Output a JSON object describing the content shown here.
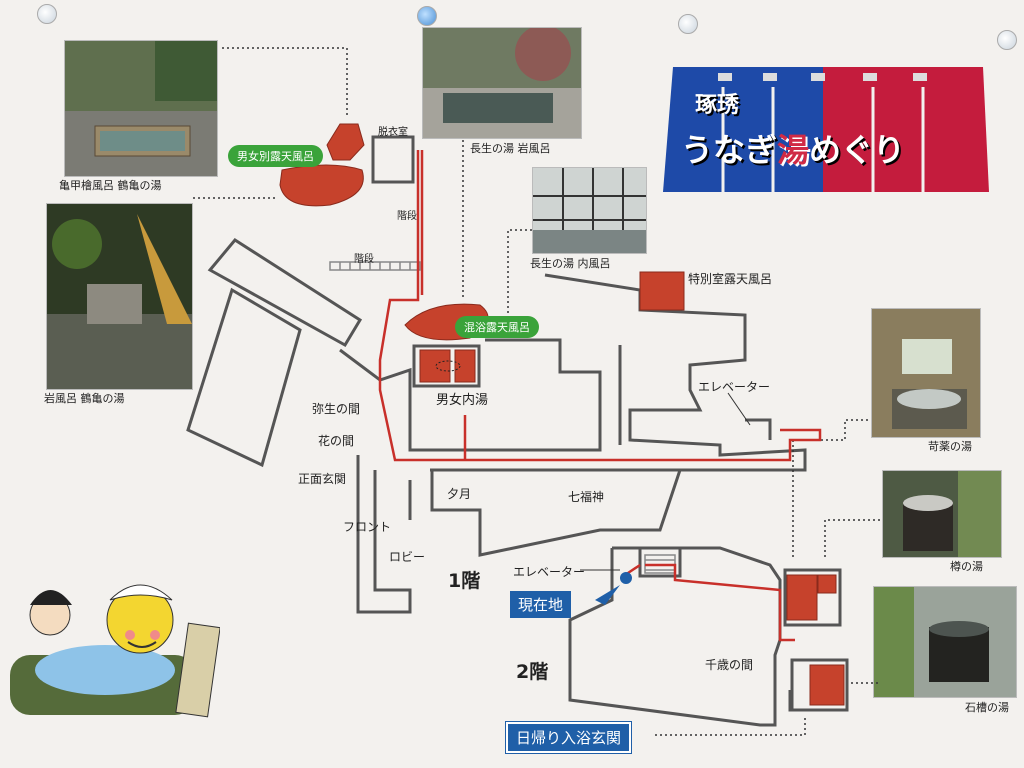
{
  "banner": {
    "line1": "琢琇",
    "line2_pre": "うなぎ",
    "line2_mid": "湯",
    "line2_post": "めぐり",
    "colors": {
      "blue": "#1e4aa8",
      "red": "#c41c3d"
    }
  },
  "photos": {
    "kamekou": "亀甲檜風呂 鶴亀の湯",
    "iwaburo": "岩風呂 鶴亀の湯",
    "chousei_iwa": "長生の湯 岩風呂",
    "chousei_uchi": "長生の湯 内風呂",
    "yakuyu": "苛薬の湯",
    "taru": "樽の湯",
    "sekisou": "石槽の湯"
  },
  "map": {
    "danjo_betsu": "男女別露天風呂",
    "datsui": "脱衣室",
    "kaidan1": "階段",
    "kaidan2": "階段",
    "konyoku": "混浴露天風呂",
    "tokubetsu": "特別室露天風呂",
    "danjo_uchi": "男女内湯",
    "elevator1": "エレベーター",
    "yayoi": "弥生の間",
    "hana": "花の間",
    "shomen": "正面玄関",
    "yuzuki": "夕月",
    "shichifuku": "七福神",
    "front": "フロント",
    "lobby": "ロビー",
    "floor1": "1階",
    "elevator2": "エレベーター",
    "genzaichi": "現在地",
    "floor2": "2階",
    "chitose": "千歳の間",
    "higaeri": "日帰り入浴玄関"
  },
  "colors": {
    "route": "#c8302a",
    "bath": "#c6422c",
    "pill": "#3aa33a",
    "label_blue": "#1f5fa8"
  }
}
